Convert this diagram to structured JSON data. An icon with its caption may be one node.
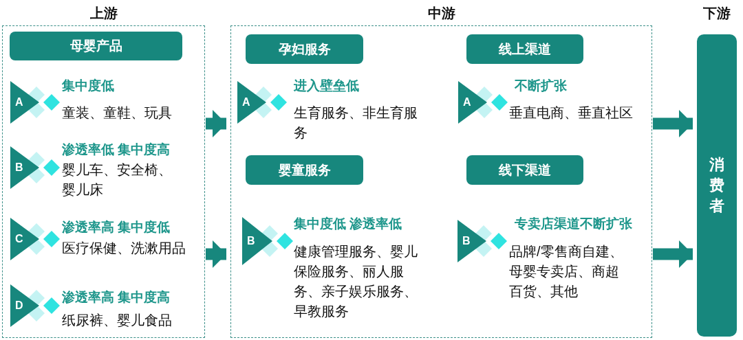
{
  "diagram": {
    "nodes": [
      {
        "text": [
          "上游"
        ]
      },
      {
        "text": [
          "母婴产品"
        ],
        "in": 0
      },
      {
        "text": [
          "A"
        ],
        "in": 0,
        "beside": [
          "集中度低",
          "童装、童鞋、玩具"
        ]
      },
      {
        "text": [
          "B"
        ],
        "in": 0,
        "beside": [
          "渗透率低 集中度高",
          "婴儿车、安全椅、婴儿床"
        ]
      },
      {
        "text": [
          "C"
        ],
        "in": 0,
        "beside": [
          "渗透率高 集中度低",
          "医疗保健、洗漱用品"
        ]
      },
      {
        "text": [
          "D"
        ],
        "in": 0,
        "beside": [
          "渗透率高 集中度高",
          "纸尿裤、婴儿食品"
        ]
      },
      {
        "text": [
          "中游"
        ]
      },
      {
        "text": [
          "孕妇服务"
        ],
        "in": 6
      },
      {
        "text": [
          "A"
        ],
        "in": 6,
        "beside": [
          "进入壁垒低",
          "生育服务、非生育服务"
        ]
      },
      {
        "text": [
          "婴童服务"
        ],
        "in": 6
      },
      {
        "text": [
          "B"
        ],
        "in": 6,
        "beside": [
          "集中度低 渗透率低",
          "健康管理服务、婴儿保险服务、丽人服务、亲子娱乐服务、早教服务"
        ]
      },
      {
        "text": [
          "线上渠道"
        ],
        "in": 6
      },
      {
        "text": [
          "A"
        ],
        "in": 6,
        "beside": [
          "不断扩张",
          "垂直电商、垂直社区"
        ]
      },
      {
        "text": [
          "线下渠道"
        ],
        "in": 6
      },
      {
        "text": [
          "B"
        ],
        "in": 6,
        "beside": [
          "专卖店渠道不断扩张",
          "品牌/零售商自建、母婴专卖店、商超百货、其他"
        ]
      },
      {
        "text": [
          "下游",
          "消费者"
        ]
      }
    ],
    "edges": [
      {
        "from": 0,
        "to": 6,
        "arrow": "to"
      },
      {
        "from": 0,
        "to": 6,
        "arrow": "to"
      },
      {
        "from": 6,
        "to": 15,
        "arrow": "to"
      },
      {
        "from": 6,
        "to": 15,
        "arrow": "to"
      }
    ]
  }
}
